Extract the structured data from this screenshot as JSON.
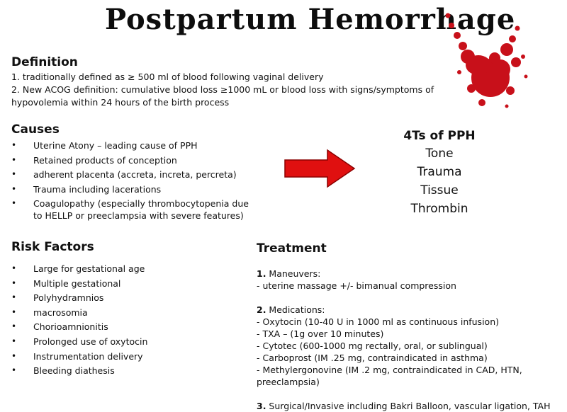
{
  "title": "Postpartum Hemorrhage",
  "definition": {
    "heading": "Definition",
    "line1": "1. traditionally defined as ≥ 500 ml of blood following vaginal delivery",
    "line2a": "2. New ACOG definition: cumulative blood loss ≥1000 mL or blood loss with signs/symptoms of",
    "line2b": "hypovolemia within 24 hours of the birth process"
  },
  "causes": {
    "heading": "Causes",
    "items": [
      "Uterine Atony – leading cause of PPH",
      "Retained products of conception",
      "adherent placenta (accreta, increta, percreta)",
      "Trauma including lacerations",
      "Coagulopathy (especially thrombocytopenia due",
      "to HELLP or preeclampsia with severe features)"
    ]
  },
  "four_ts": {
    "heading": "4Ts of PPH",
    "items": [
      "Tone",
      "Trauma",
      "Tissue",
      "Thrombin"
    ]
  },
  "risk_factors": {
    "heading": "Risk Factors",
    "items": [
      "Large for gestational age",
      "Multiple gestational",
      "Polyhydramnios",
      "macrosomia",
      "Chorioamnionitis",
      "Prolonged use of oxytocin",
      "Instrumentation delivery",
      "Bleeding diathesis"
    ]
  },
  "treatment": {
    "heading": "Treatment",
    "maneuvers_num": "1.",
    "maneuvers_label": " Maneuvers:",
    "maneuvers_item": "- uterine massage +/- bimanual compression",
    "medications_num": "2.",
    "medications_label": " Medications:",
    "medications": [
      "- Oxytocin (10-40 U in 1000 ml as continuous infusion)",
      "- TXA – (1g over 10 minutes)",
      "- Cytotec (600-1000 mg rectally, oral, or sublingual)",
      "- Carboprost (IM .25 mg, contraindicated in asthma)",
      "- Methylergonovine (IM .2 mg, contraindicated in CAD, HTN, preeclampsia)"
    ],
    "surgical_num": "3.",
    "surgical_label": " Surgical/Invasive including Bakri Balloon, vascular ligation, TAH"
  },
  "colors": {
    "arrow_red": "#e01010",
    "blood_red": "#c8101a"
  },
  "bullet_glyph": "•"
}
